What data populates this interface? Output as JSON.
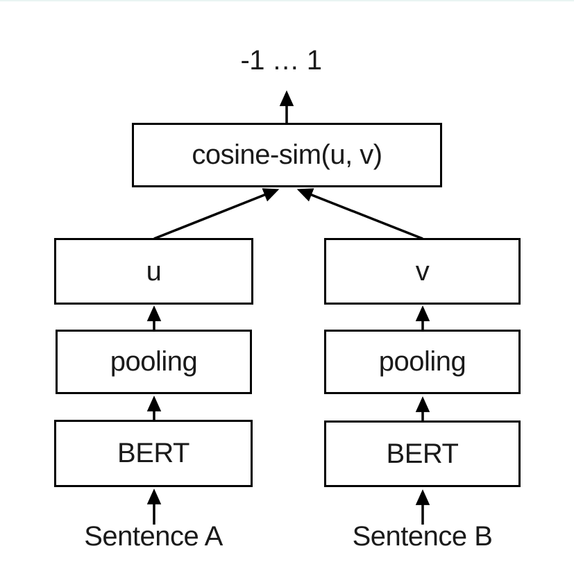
{
  "colors": {
    "stroke": "#000000",
    "text": "#1a1a1a",
    "background": "#ffffff",
    "top_edge_line": "#e9f4f2"
  },
  "diagram": {
    "output_range": "-1 … 1",
    "similarity_box_label": "cosine-sim(u, v)",
    "left_branch": {
      "embedding_label": "u",
      "pooling_label": "pooling",
      "encoder_label": "BERT",
      "input_label": "Sentence A"
    },
    "right_branch": {
      "embedding_label": "v",
      "pooling_label": "pooling",
      "encoder_label": "BERT",
      "input_label": "Sentence B"
    }
  }
}
